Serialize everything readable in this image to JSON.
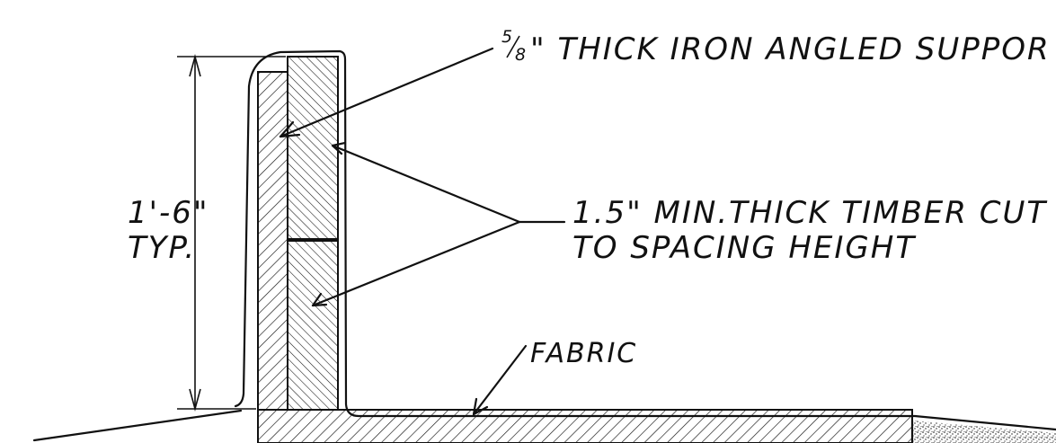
{
  "labels": {
    "support_fraction_num": "5",
    "support_fraction_den": "8",
    "support_text": "\" THICK IRON ANGLED SUPPOR",
    "timber_line1": "1.5\" MIN.THICK TIMBER CUT",
    "timber_line2": "TO SPACING HEIGHT",
    "dimension_value": "1'-6\"",
    "dimension_typ": "TYP.",
    "fabric": "FABRIC"
  },
  "colors": {
    "ink": "#111111",
    "paper": "#ffffff"
  }
}
